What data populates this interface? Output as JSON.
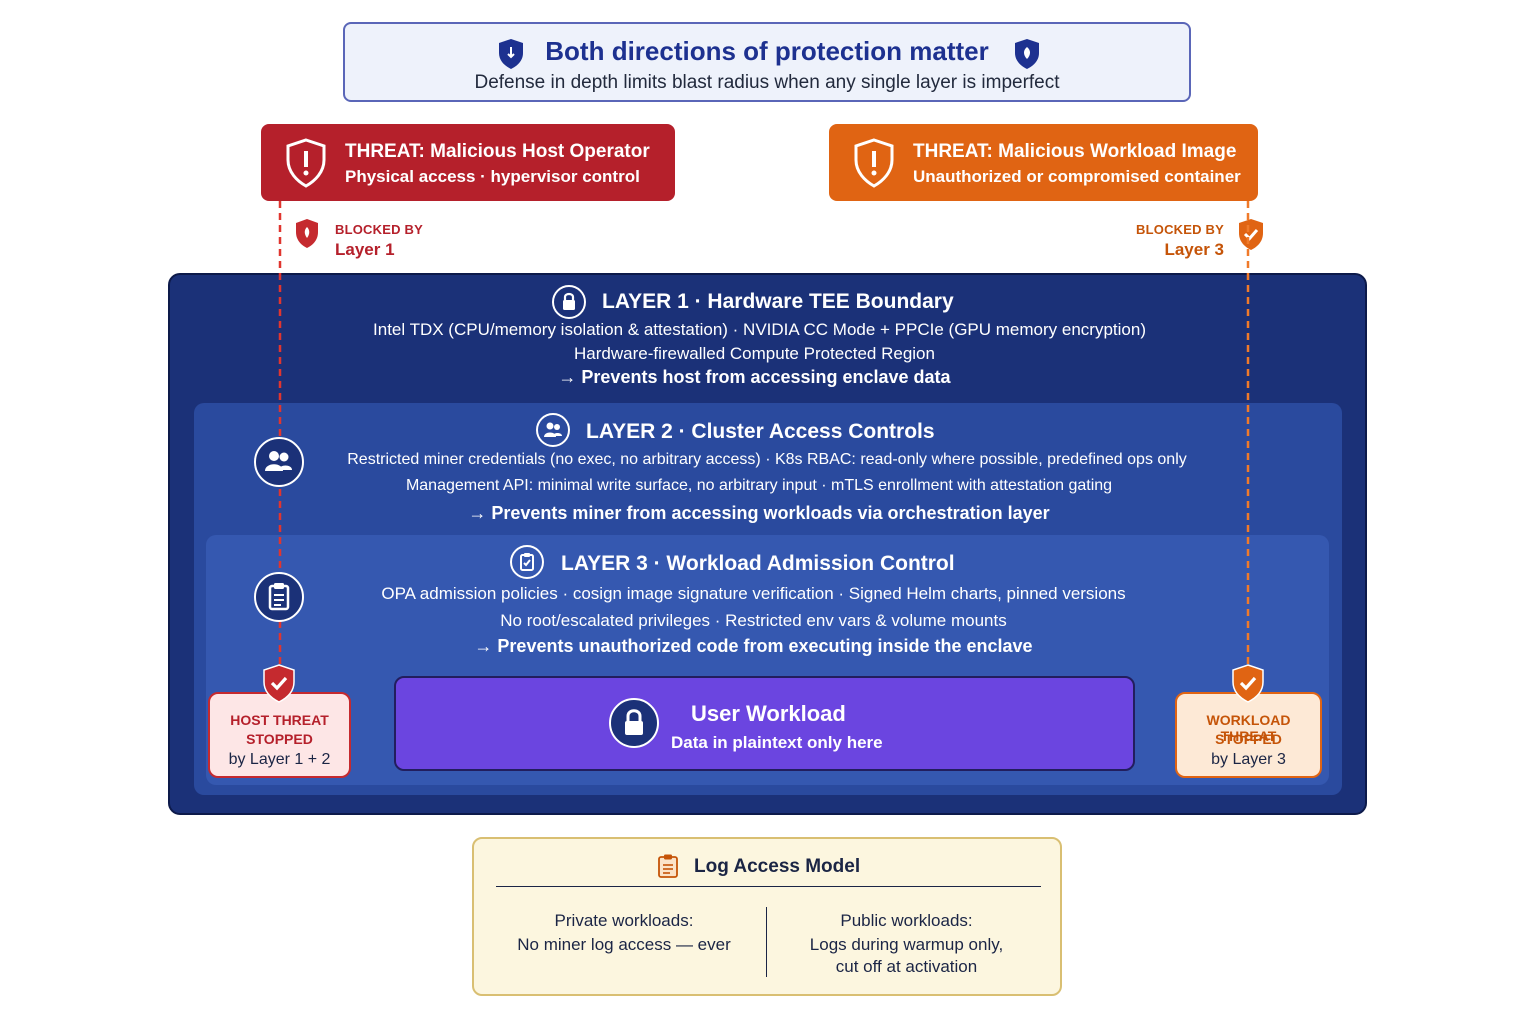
{
  "header": {
    "title": "Both directions of protection matter",
    "subtitle": "Defense in depth limits blast radius when any single layer is imperfect",
    "icon": "shield-icon"
  },
  "threats": {
    "host": {
      "title": "THREAT: Malicious Host Operator",
      "subtitle": "Physical access · hypervisor control",
      "blocked_label": "BLOCKED BY",
      "blocked_layer": "Layer 1",
      "color": "#b5202b"
    },
    "workload": {
      "title": "THREAT: Malicious Workload Image",
      "subtitle": "Unauthorized or compromised container",
      "blocked_label": "BLOCKED BY",
      "blocked_layer": "Layer 3",
      "color": "#e06413"
    }
  },
  "layers": {
    "layer1": {
      "title": "LAYER 1 · Hardware TEE Boundary",
      "line1": "Intel TDX (CPU/memory isolation & attestation) · NVIDIA CC Mode + PPCIe (GPU memory encryption)",
      "line2": "Hardware-firewalled Compute Protected Region",
      "result": "→ Prevents host from accessing enclave data",
      "icon": "lock-icon"
    },
    "layer2": {
      "title": "LAYER 2 · Cluster Access Controls",
      "line1": "Restricted miner credentials (no exec, no arbitrary access) · K8s RBAC: read-only where possible, predefined ops only",
      "line2": "Management API: minimal write surface, no arbitrary input · mTLS enrollment with attestation gating",
      "result": "→ Prevents miner from accessing workloads via orchestration layer",
      "icon": "users-icon"
    },
    "layer3": {
      "title": "LAYER 3 · Workload Admission Control",
      "line1": "OPA admission policies · cosign image signature verification · Signed Helm charts, pinned versions",
      "line2": "No root/escalated privileges · Restricted env vars & volume mounts",
      "result": "→ Prevents unauthorized code from executing inside the enclave",
      "icon": "clipboard-icon"
    }
  },
  "user_workload": {
    "title": "User Workload",
    "subtitle": "Data in plaintext only here",
    "icon": "lock-icon"
  },
  "stopped": {
    "host": {
      "line1": "HOST THREAT",
      "line2": "STOPPED",
      "line3": "by Layer 1 + 2"
    },
    "workload": {
      "line1": "WORKLOAD THREAT",
      "line2": "STOPPED",
      "line3": "by Layer 3"
    }
  },
  "log_access": {
    "title": "Log Access Model",
    "icon": "clipboard-icon",
    "private": {
      "line1": "Private workloads:",
      "line2": "No miner log access — ever"
    },
    "public": {
      "line1": "Public workloads:",
      "line2": "Logs during warmup only,",
      "line3": "cut off at activation"
    }
  }
}
